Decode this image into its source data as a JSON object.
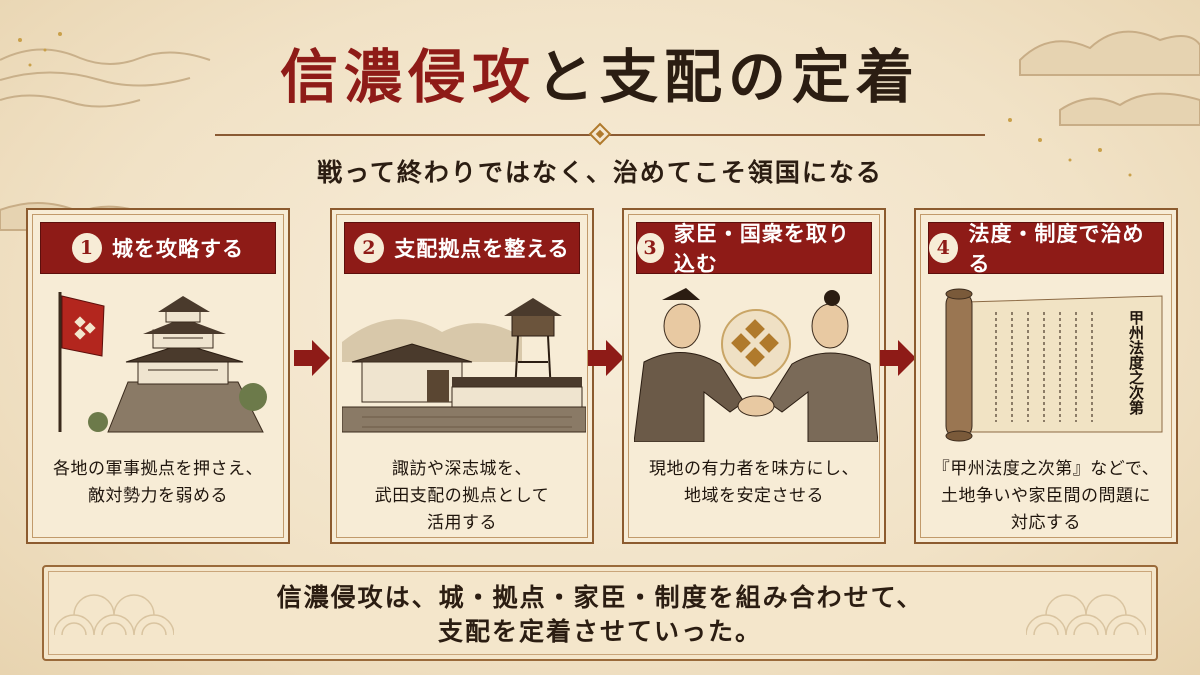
{
  "title": {
    "part1": "信濃侵攻",
    "part2": "と支配の定着"
  },
  "subtitle": "戦って終わりではなく、治めてこそ領国になる",
  "steps": [
    {
      "num": "1",
      "heading": "城を攻略する",
      "lines": [
        "各地の軍事拠点を押さえ、",
        "敵対勢力を弱める"
      ]
    },
    {
      "num": "2",
      "heading": "支配拠点を整える",
      "lines": [
        "諏訪や深志城を、",
        "武田支配の拠点として",
        "活用する"
      ]
    },
    {
      "num": "3",
      "heading": "家臣・国衆を取り込む",
      "lines": [
        "現地の有力者を味方にし、",
        "地域を安定させる"
      ]
    },
    {
      "num": "4",
      "heading": "法度・制度で治める",
      "lines": [
        "『甲州法度之次第』などで、",
        "土地争いや家臣間の問題に",
        "対応する"
      ]
    }
  ],
  "scroll_title": "甲州法度之次第",
  "summary": {
    "line1": "信濃侵攻は、城・拠点・家臣・制度を組み合わせて、",
    "line2": "支配を定着させていった。"
  },
  "colors": {
    "accent": "#8e1b17",
    "paper": "#f7ecd6",
    "border": "#8c5b2f"
  }
}
